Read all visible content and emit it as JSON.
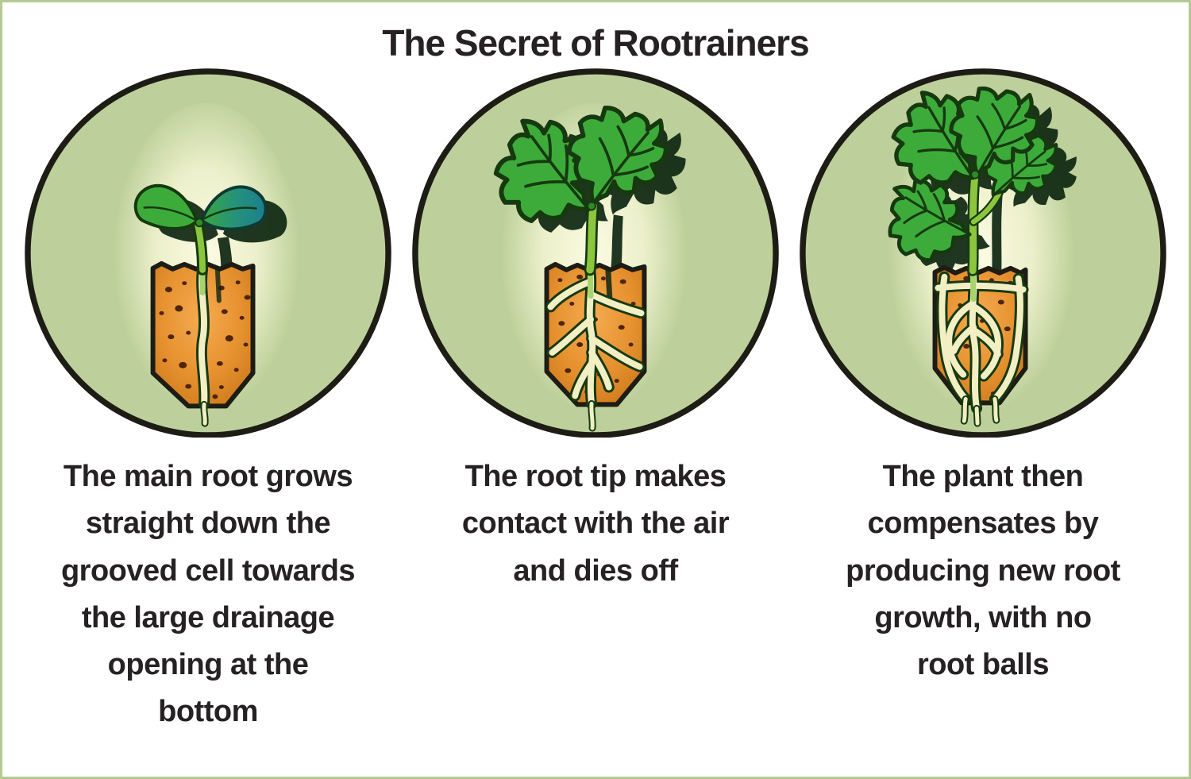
{
  "title": "The Secret of Rootrainers",
  "stages": [
    {
      "illustration": "seedling-with-straight-main-root",
      "caption": "The main root grows\nstraight down the\ngrooved cell towards\nthe large drainage\nopening at the\nbottom"
    },
    {
      "illustration": "plant-root-tip-contacting-air",
      "caption": "The root tip makes\ncontact with the air\nand dies off"
    },
    {
      "illustration": "plant-with-new-root-growth",
      "caption": "The plant then\ncompensates by\nproducing new root\ngrowth, with no\nroot balls"
    }
  ],
  "colors": {
    "background": "#ffffff",
    "frame_border": "#b3ca90",
    "ink": "#1d1c15",
    "text": "#262122",
    "circle_green": "#bdd09b",
    "glow_yellow": "#fafae1",
    "soil_orange": "#e59330",
    "soil_speckle": "#4d2507",
    "root_cream": "#f1efc3",
    "root_green": "#a9d36e",
    "leaf_green": "#3cab3a",
    "leaf_teal": "#1b7e8e",
    "stem_green": "#8cc63f",
    "outline_dark_green": "#16390f",
    "shadow_green": "#0e2611"
  }
}
